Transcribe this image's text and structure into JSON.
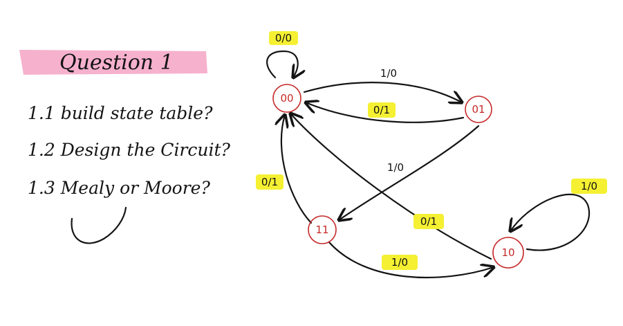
{
  "question": {
    "title": "Question 1",
    "items": [
      "1.1 build state table?",
      "1.2 Design the Circuit?",
      "1.3 Mealy or Moore?"
    ]
  },
  "colors": {
    "ink": "#141414",
    "state_stroke": "#c62828",
    "highlight": "#f5f032",
    "title_highlight": "#f5a9c8"
  },
  "states": [
    {
      "id": "s00",
      "label": "00"
    },
    {
      "id": "s01",
      "label": "01"
    },
    {
      "id": "s11",
      "label": "11"
    },
    {
      "id": "s10",
      "label": "10"
    }
  ],
  "transitions": [
    {
      "id": "t00_00",
      "from": "00",
      "to": "00",
      "label": "0/0"
    },
    {
      "id": "t00_01",
      "from": "00",
      "to": "01",
      "label": "1/0"
    },
    {
      "id": "t01_00",
      "from": "01",
      "to": "00",
      "label": "0/1"
    },
    {
      "id": "t01_11",
      "from": "01",
      "to": "11",
      "label": "1/0"
    },
    {
      "id": "t11_00",
      "from": "11",
      "to": "00",
      "label": "0/1"
    },
    {
      "id": "t10_00",
      "from": "10",
      "to": "00",
      "label": "0/1"
    },
    {
      "id": "t11_10",
      "from": "11",
      "to": "10",
      "label": "1/0"
    },
    {
      "id": "t10_10",
      "from": "10",
      "to": "10",
      "label": "1/0"
    }
  ]
}
